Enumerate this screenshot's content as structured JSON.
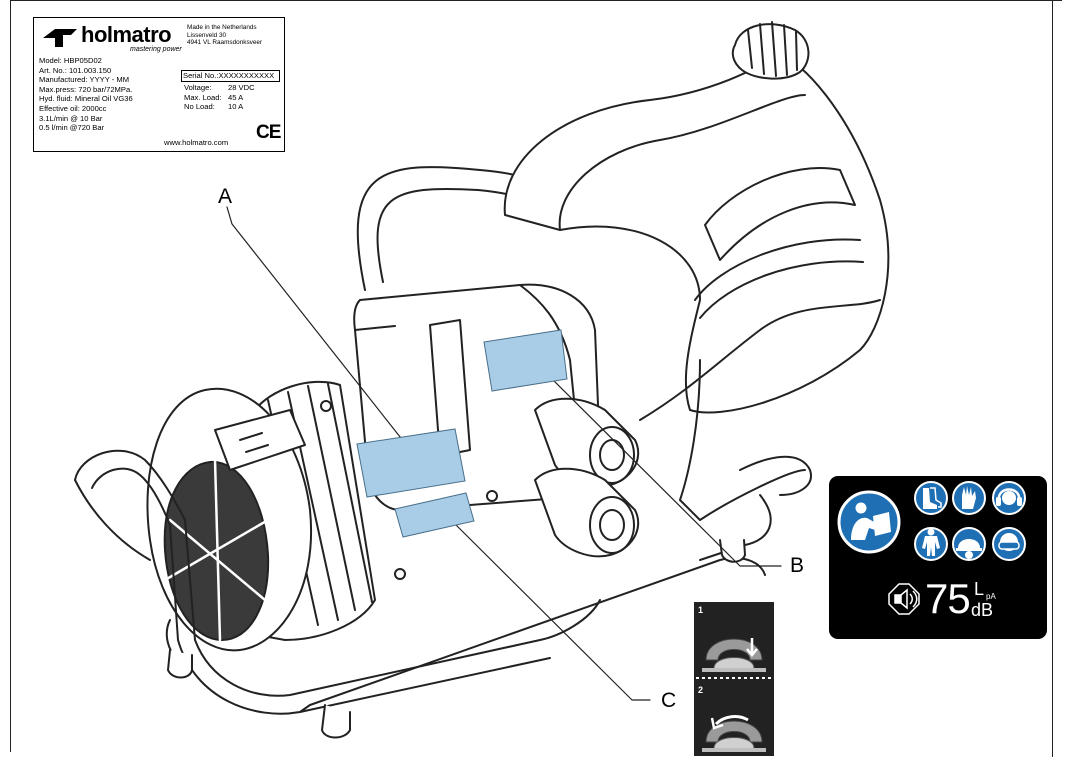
{
  "nameplate": {
    "brand": "holmatro",
    "tagline": "mastering power",
    "address": [
      "Made in the Netherlands",
      "Lissenveld 30",
      "4941 VL Raamsdonksveer"
    ],
    "specs": [
      "Model: HBP05D02",
      "Art. No.: 101.003.150",
      "Manufactured: YYYY - MM",
      "Max.press: 720 bar/72MPa.",
      "Hyd. fluid: Mineral Oil VG36",
      "Effective oil: 2000cc",
      "3.1L/min @ 10 Bar",
      "0.5 l/min @720 Bar"
    ],
    "serial": "Serial No.:XXXXXXXXXXX",
    "electrical": [
      {
        "label": "Voltage:",
        "value": "28 VDC"
      },
      {
        "label": "Max. Load:",
        "value": "45 A"
      },
      {
        "label": "No Load:",
        "value": "10 A"
      }
    ],
    "website": "www.holmatro.com",
    "mark": "CE"
  },
  "callouts": {
    "a": "A",
    "b": "B",
    "c": "C"
  },
  "label_color": "#a9cde6",
  "pictograms": {
    "icons": [
      "read-manual-icon",
      "safety-boots-icon",
      "safety-gloves-icon",
      "ear-protection-icon",
      "protective-clothing-icon",
      "helmet-icon",
      "safety-goggles-icon"
    ],
    "sound_value": "75",
    "sound_sub": "pA",
    "sound_unit_top": "L",
    "sound_unit": "dB"
  },
  "steps": {
    "step1": "1",
    "step2": "2"
  }
}
